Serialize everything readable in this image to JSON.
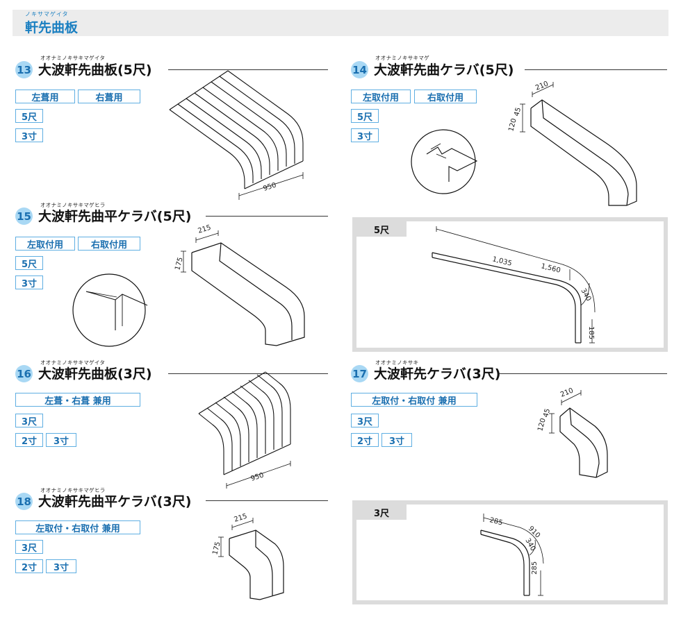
{
  "header": {
    "ruby": "ノキサマゲイタ",
    "title": "軒先曲板"
  },
  "sections": {
    "s13": {
      "ruby": "オオナミノキサキマゲイタ",
      "num": "13",
      "title": "大波軒先曲板(5尺)",
      "tags": [
        "左葺用",
        "右葺用",
        "5尺",
        "3寸"
      ],
      "dim": "950"
    },
    "s14": {
      "ruby": "オオナミノキサキマゲ",
      "num": "14",
      "title": "大波軒先曲ケラバ(5尺)",
      "tags": [
        "左取付用",
        "右取付用",
        "5尺",
        "3寸"
      ],
      "dims": {
        "w": "210",
        "h1": "120",
        "h2": "45"
      }
    },
    "s15": {
      "ruby": "オオナミノキサキマゲヒラ",
      "num": "15",
      "title": "大波軒先曲平ケラバ(5尺)",
      "tags": [
        "左取付用",
        "右取付用",
        "5尺",
        "3寸"
      ],
      "dims": {
        "w": "215",
        "h": "175"
      }
    },
    "s16": {
      "ruby": "オオナミノキサキマゲイタ",
      "num": "16",
      "title": "大波軒先曲板(3尺)",
      "tags": [
        "左葺・右葺 兼用",
        "3尺",
        "2寸",
        "3寸"
      ],
      "dim": "950"
    },
    "s17": {
      "ruby": "オオナミノキサキ",
      "num": "17",
      "title": "大波軒先ケラバ(3尺)",
      "tags": [
        "左取付・右取付 兼用",
        "3尺",
        "2寸",
        "3寸"
      ],
      "dims": {
        "w": "210",
        "h1": "120",
        "h2": "45"
      }
    },
    "s18": {
      "ruby": "オオナミノキサキマゲヒラ",
      "num": "18",
      "title": "大波軒先曲平ケラバ(3尺)",
      "tags": [
        "左取付・右取付 兼用",
        "3尺",
        "2寸",
        "3寸"
      ],
      "dims": {
        "w": "215",
        "h": "175"
      }
    }
  },
  "frames": {
    "f5": {
      "label": "5尺",
      "dims": {
        "a": "1,035",
        "b": "1,560",
        "c": "340",
        "d": "185"
      }
    },
    "f3": {
      "label": "3尺",
      "dims": {
        "a": "285",
        "b": "910",
        "c": "340",
        "d": "285"
      }
    }
  }
}
